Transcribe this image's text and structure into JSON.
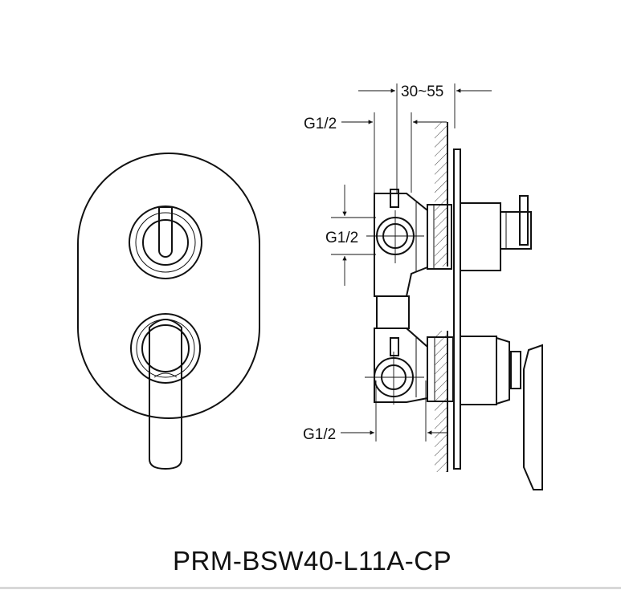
{
  "dimensions": {
    "depth_range": "30~55",
    "top_inlet": "G1/2",
    "middle_outlet": "G1/2",
    "bottom_outlet": "G1/2"
  },
  "model_number": "PRM-BSW40-L11A-CP"
}
